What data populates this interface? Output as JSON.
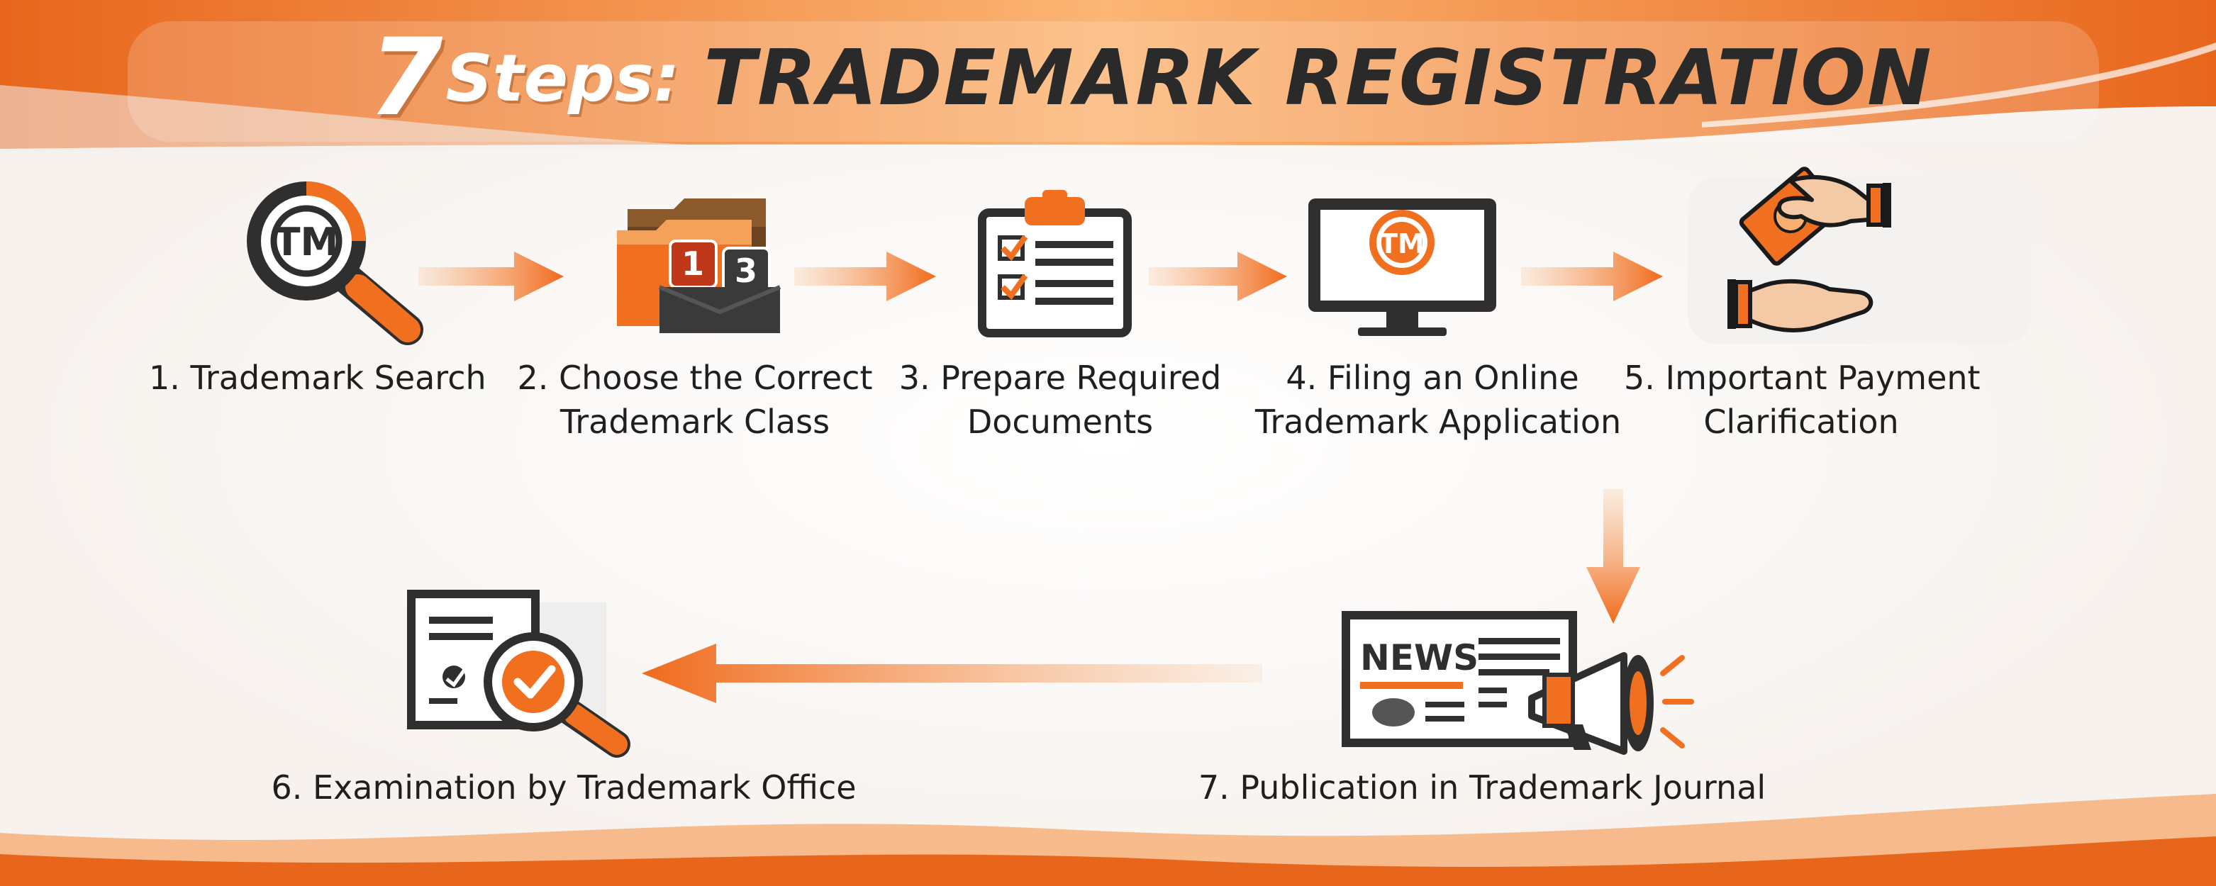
{
  "title": {
    "number": "7",
    "steps_word": "Steps:",
    "main": "TRADEMARK REGISTRATION"
  },
  "colors": {
    "accent": "#f07020",
    "dark": "#2f2f2f",
    "text": "#1f1f1f",
    "header_band": "#f58a2c"
  },
  "steps": [
    {
      "number": 1,
      "lines": [
        "1. Trademark Search"
      ],
      "icon": "magnifier-tm-icon"
    },
    {
      "number": 2,
      "lines": [
        "2. Choose the Correct",
        "Trademark Class"
      ],
      "icon": "folders-class-icon"
    },
    {
      "number": 3,
      "lines": [
        "3. Prepare Required",
        "Documents"
      ],
      "icon": "clipboard-checklist-icon"
    },
    {
      "number": 4,
      "lines": [
        "4. Filing an Online",
        "Trademark Application"
      ],
      "icon": "monitor-tm-icon"
    },
    {
      "number": 5,
      "lines": [
        "5. Important Payment",
        "Clarification"
      ],
      "icon": "payment-hands-icon"
    },
    {
      "number": 6,
      "lines": [
        "6. Examination by Trademark Office"
      ],
      "icon": "document-magnifier-check-icon"
    },
    {
      "number": 7,
      "lines": [
        "7. Publication in Trademark Journal"
      ],
      "icon": "newspaper-megaphone-icon"
    }
  ],
  "icon_text": {
    "tm_badge": "TM",
    "class_a": "1",
    "class_b": "3",
    "newspaper": "NEWS"
  }
}
